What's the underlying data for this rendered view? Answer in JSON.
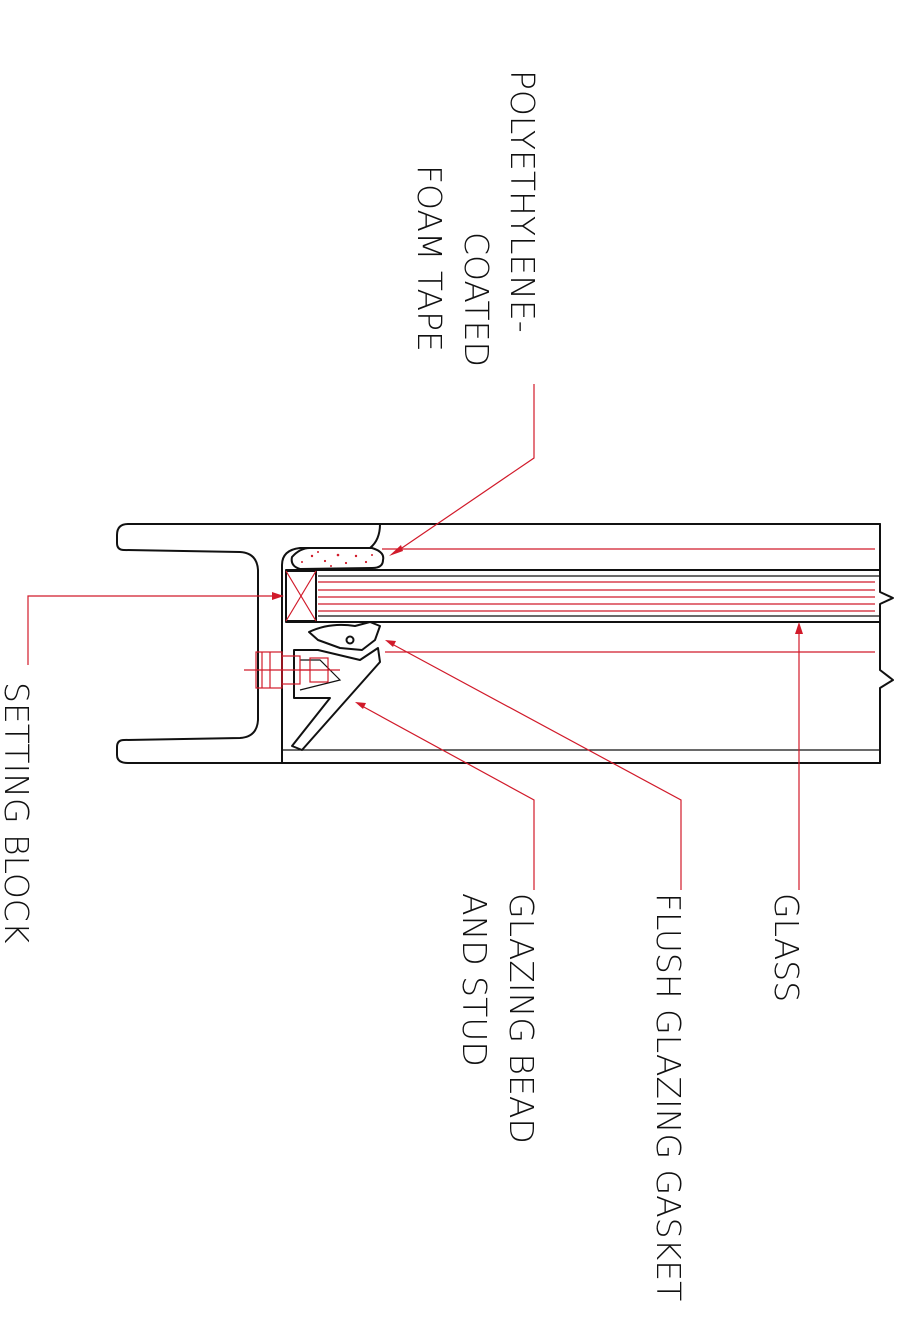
{
  "labels": {
    "foam_tape": [
      "POLYETHYLENE-",
      "COATED",
      "FOAM TAPE"
    ],
    "setting_block": "SETTING BLOCK",
    "glazing_bead": [
      "GLAZING BEAD",
      "AND STUD"
    ],
    "gasket": "FLUSH GLAZING GASKET",
    "glass": "GLASS"
  },
  "colors": {
    "linework": "#111111",
    "leaders": "#d11a2a"
  }
}
